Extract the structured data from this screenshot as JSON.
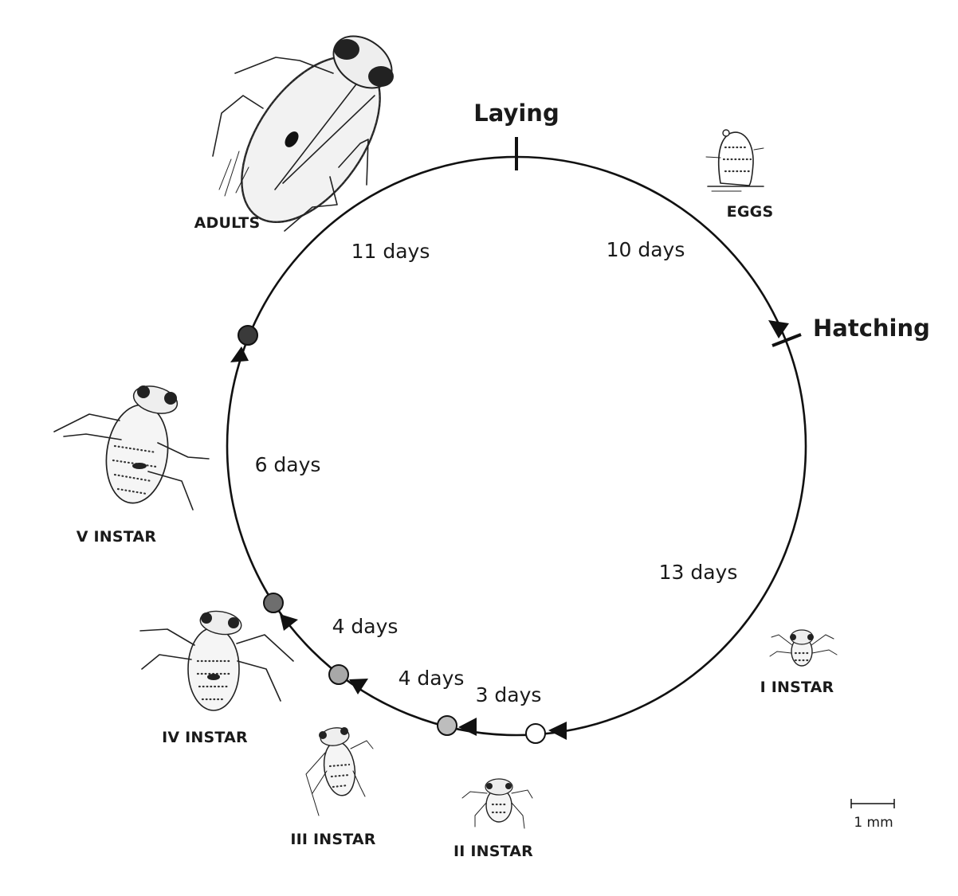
{
  "events": {
    "laying": "Laying",
    "hatching": "Hatching"
  },
  "durations": {
    "eggs": "10 days",
    "instar_1": "13 days",
    "instar_2": "3 days",
    "instar_3": "4 days",
    "instar_4": "4 days",
    "instar_5": "6 days",
    "adults": "11 days"
  },
  "stages": {
    "adults": "ADULTS",
    "eggs": "EGGS",
    "instar_1": "I INSTAR",
    "instar_2": "II INSTAR",
    "instar_3": "III INSTAR",
    "instar_4": "IV INSTAR",
    "instar_5": "V INSTAR"
  },
  "scale_bar": "1 mm",
  "molt_marker_colors": {
    "to_instar_2": "#ffffff",
    "to_instar_3": "#bdbdbd",
    "to_instar_4": "#a8a8a8",
    "to_instar_5": "#6e6e6e",
    "to_adult": "#3a3a3a"
  }
}
